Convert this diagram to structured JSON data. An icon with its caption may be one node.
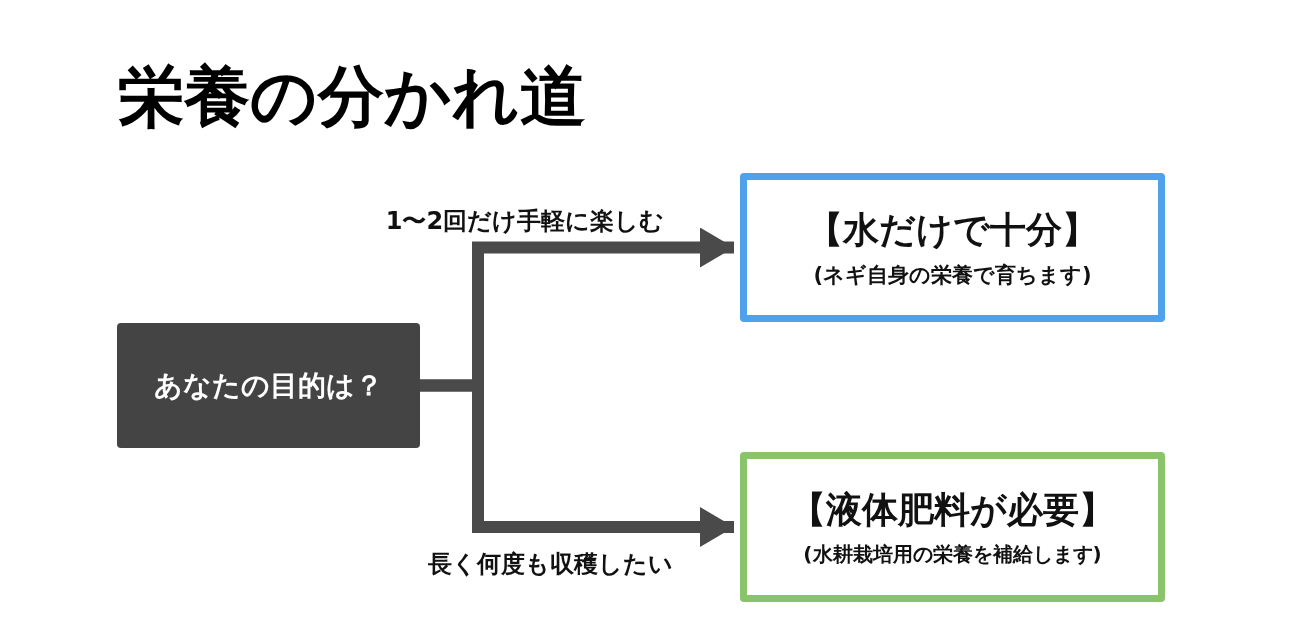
{
  "diagram": {
    "title": "栄養の分かれ道",
    "nodes": [
      {
        "text": [
          "あなたの目的は？"
        ]
      },
      {
        "text": [
          "【水だけで十分】",
          "(ネギ自身の栄養で育ちます)"
        ]
      },
      {
        "text": [
          "【液体肥料が必要】",
          "(水耕栽培用の栄養を補給します)"
        ]
      }
    ],
    "edges": [
      {
        "from": 0,
        "to": 1,
        "arrow": "to",
        "label": "1〜2回だけ手軽に楽しむ"
      },
      {
        "from": 0,
        "to": 2,
        "arrow": "to",
        "label": "長く何度も収穫したい"
      }
    ]
  }
}
